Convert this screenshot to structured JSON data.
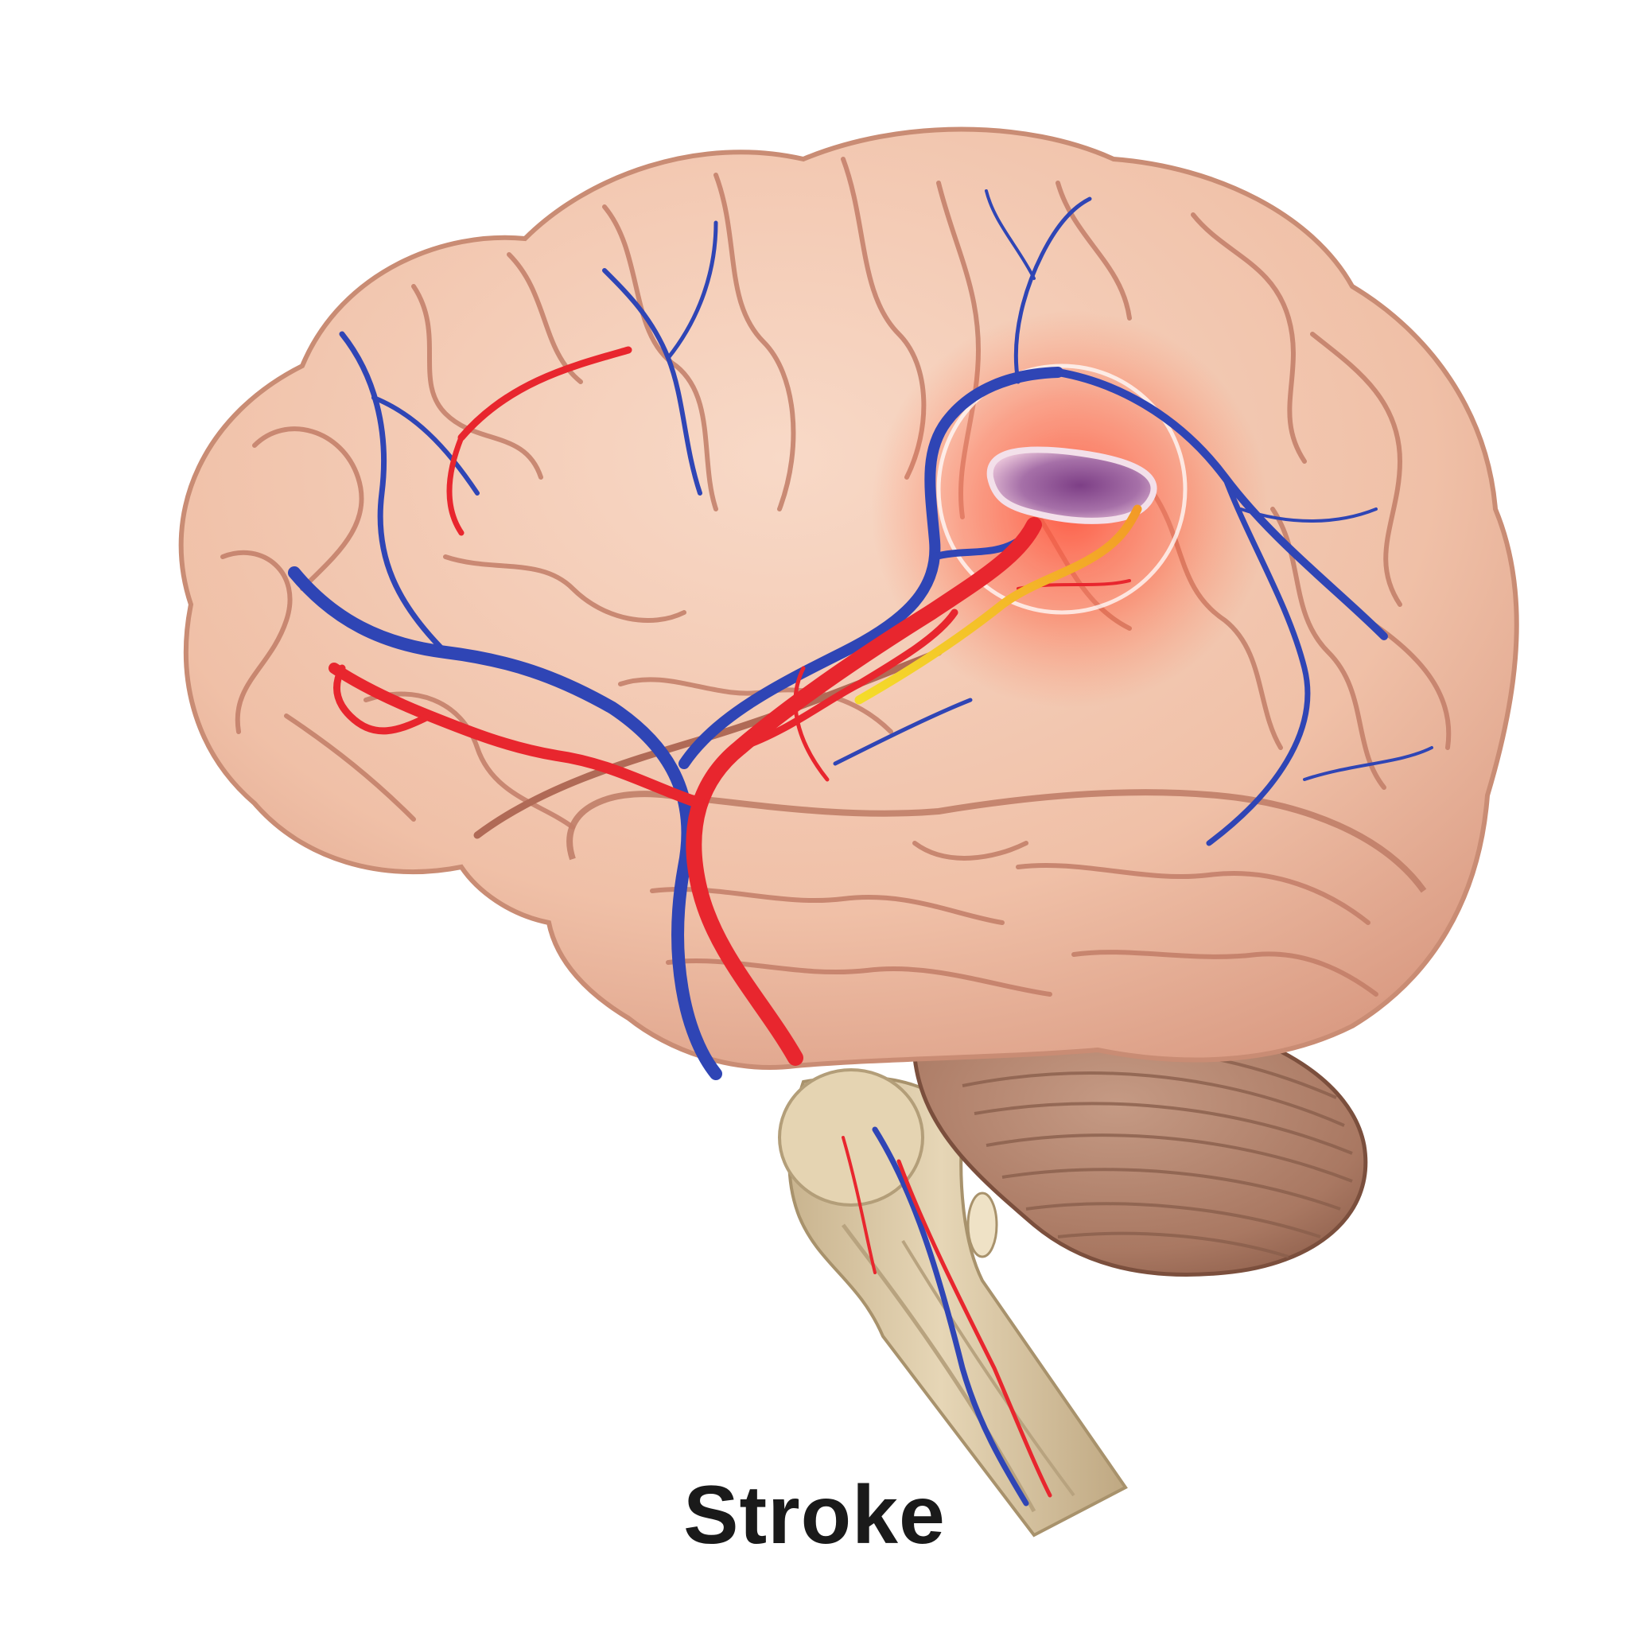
{
  "caption": "Stroke",
  "colors": {
    "background": "#ffffff",
    "cerebrum": "#f2c4ac",
    "cerebrum_shadow": "#d8957c",
    "sulci": "#b96f5e",
    "cerebellum": "#a97a63",
    "brainstem": "#d9c6a3",
    "artery": "#e8262e",
    "vein": "#2f45b5",
    "blocked_vessel": "#f2cf1e",
    "stroke_glow": "#ff4b2e",
    "lesion": "#9b5f9e",
    "caption_text": "#1a1a1a"
  },
  "icons": [
    "brain-illustration",
    "stroke-lesion-highlight"
  ]
}
